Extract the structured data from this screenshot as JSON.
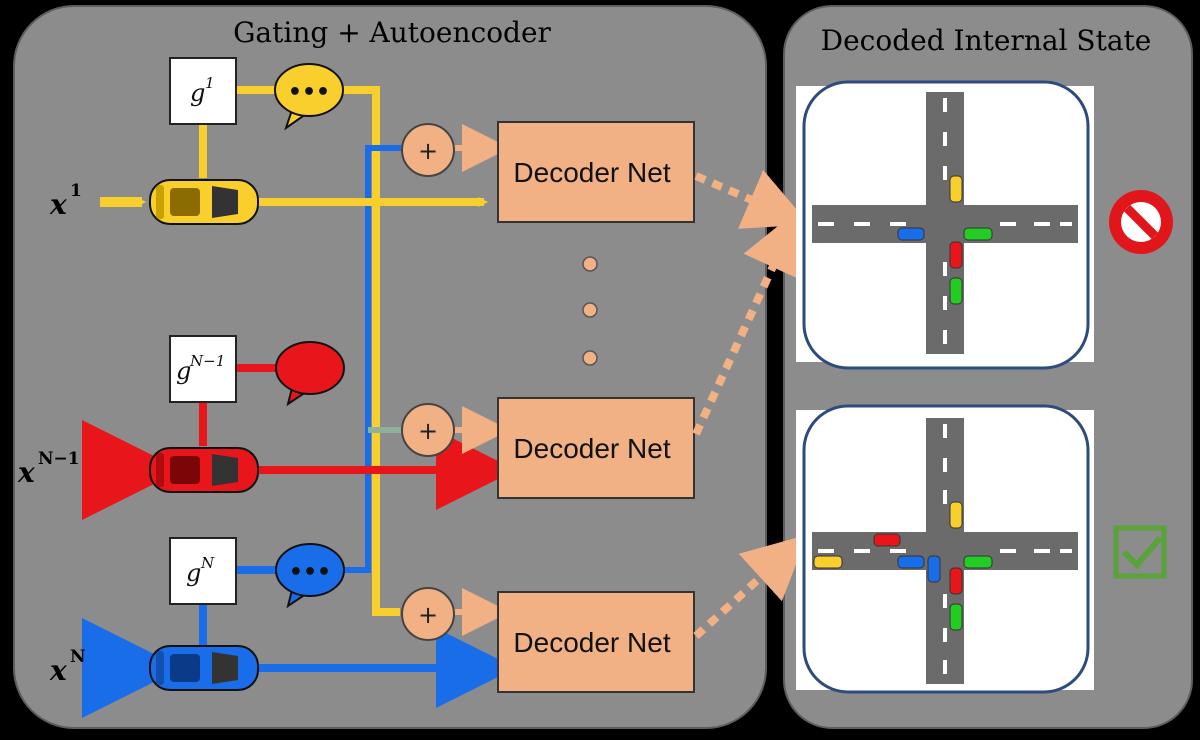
{
  "panels": {
    "left_title": "Gating + Autoencoder",
    "right_title": "Decoded Internal State"
  },
  "agents": [
    {
      "id": "1",
      "color": "#f9cf2e",
      "input_label": "x",
      "input_sup": "1",
      "gate_label": "g",
      "gate_sup": "1"
    },
    {
      "id": "N-1",
      "color": "#e8161a",
      "input_label": "x",
      "input_sup": "N−1",
      "gate_label": "g",
      "gate_sup": "N−1"
    },
    {
      "id": "N",
      "color": "#1a6de8",
      "input_label": "x",
      "input_sup": "N",
      "gate_label": "g",
      "gate_sup": "N"
    }
  ],
  "decoders": [
    {
      "label": "Decoder Net"
    },
    {
      "label": "Decoder Net"
    },
    {
      "label": "Decoder Net"
    }
  ],
  "adders": [
    {
      "symbol": "+"
    },
    {
      "symbol": "+"
    },
    {
      "symbol": "+"
    }
  ],
  "speech_bubbles": [
    {
      "text": "•••"
    },
    {
      "text": ""
    },
    {
      "text": "•••"
    }
  ],
  "decoded_states": [
    {
      "status": "rejected",
      "status_icon": "no-entry-icon"
    },
    {
      "status": "accepted",
      "status_icon": "checkmark-icon"
    }
  ],
  "colors": {
    "panel_fill": "#8c8c8c",
    "decoder_fill": "#f2b184",
    "yellow": "#f9cf2e",
    "red": "#e8161a",
    "blue": "#1a6de8",
    "arrow_peach": "#f2b184",
    "no_entry": "#e0161a",
    "check": "#5aa23a"
  }
}
